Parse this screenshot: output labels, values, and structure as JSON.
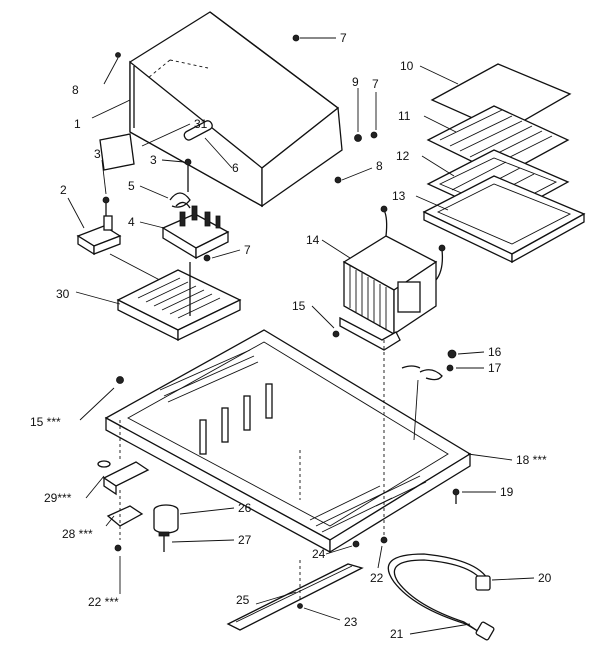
{
  "labels": [
    {
      "id": "l1",
      "text": "1"
    },
    {
      "id": "l2",
      "text": "2"
    },
    {
      "id": "l3a",
      "text": "3"
    },
    {
      "id": "l3b",
      "text": "3"
    },
    {
      "id": "l4",
      "text": "4"
    },
    {
      "id": "l5",
      "text": "5"
    },
    {
      "id": "l6",
      "text": "6"
    },
    {
      "id": "l7a",
      "text": "7"
    },
    {
      "id": "l7b",
      "text": "7"
    },
    {
      "id": "l7c",
      "text": "7"
    },
    {
      "id": "l8a",
      "text": "8"
    },
    {
      "id": "l8b",
      "text": "8"
    },
    {
      "id": "l9",
      "text": "9"
    },
    {
      "id": "l10",
      "text": "10"
    },
    {
      "id": "l11",
      "text": "11"
    },
    {
      "id": "l12",
      "text": "12"
    },
    {
      "id": "l13",
      "text": "13"
    },
    {
      "id": "l14",
      "text": "14"
    },
    {
      "id": "l15a",
      "text": "15"
    },
    {
      "id": "l15b",
      "text": "15 ***"
    },
    {
      "id": "l16",
      "text": "16"
    },
    {
      "id": "l17",
      "text": "17"
    },
    {
      "id": "l18",
      "text": "18 ***"
    },
    {
      "id": "l19",
      "text": "19"
    },
    {
      "id": "l20",
      "text": "20"
    },
    {
      "id": "l21",
      "text": "21"
    },
    {
      "id": "l22a",
      "text": "22"
    },
    {
      "id": "l22b",
      "text": "22 ***"
    },
    {
      "id": "l23",
      "text": "23"
    },
    {
      "id": "l24",
      "text": "24"
    },
    {
      "id": "l25",
      "text": "25"
    },
    {
      "id": "l26",
      "text": "26"
    },
    {
      "id": "l27",
      "text": "27"
    },
    {
      "id": "l28",
      "text": "28 ***"
    },
    {
      "id": "l29",
      "text": "29***"
    },
    {
      "id": "l30",
      "text": "30"
    },
    {
      "id": "l31",
      "text": "31"
    }
  ]
}
